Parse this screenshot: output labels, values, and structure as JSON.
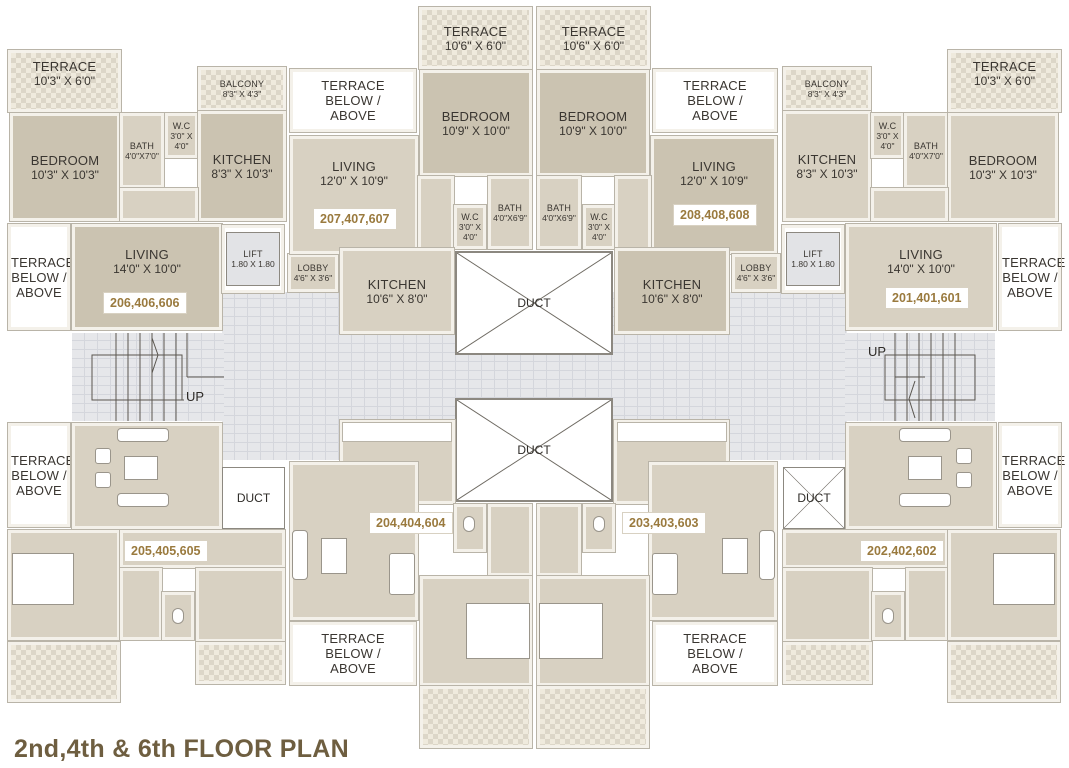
{
  "title": "2nd,4th & 6th FLOOR PLAN",
  "colors": {
    "room_fill": "#d8d1c2",
    "room_fill_dark": "#cbc3b1",
    "title_color": "#6e5e40",
    "unit_label_color": "#9a7a3e",
    "lobby_floor": "#e6e7ea"
  },
  "rooms": {
    "tl_terrace": {
      "name": "TERRACE",
      "dim": "10'3\" X 6'0\""
    },
    "tl_balcony": {
      "name": "BALCONY",
      "dim": "8'3\" X 4'3\""
    },
    "tl_bedroom": {
      "name": "BEDROOM",
      "dim": "10'3\" X 10'3\""
    },
    "tl_bath": {
      "name": "BATH",
      "dim": "4'0\"X7'0\""
    },
    "tl_wc": {
      "name": "W.C",
      "dim": "3'0\" X 4'0\""
    },
    "tl_kitchen": {
      "name": "KITCHEN",
      "dim": "8'3\" X 10'3\""
    },
    "tl_living": {
      "name": "LIVING",
      "dim": "14'0\" X 10'0\""
    },
    "tl_terrace_below": {
      "name": "TERRACE BELOW / ABOVE"
    },
    "tl_lift": {
      "name": "LIFT",
      "dim": "1.80 X 1.80"
    },
    "tl_lobby": {
      "name": "LOBBY",
      "dim": "4'6\" X 3'6\""
    },
    "tc_terrace_below": {
      "name": "TERRACE BELOW / ABOVE"
    },
    "tc_terrace": {
      "name": "TERRACE",
      "dim": "10'6\" X 6'0\""
    },
    "tc_bedroom": {
      "name": "BEDROOM",
      "dim": "10'9\" X 10'0\""
    },
    "tc_living": {
      "name": "LIVING",
      "dim": "12'0\" X 10'9\""
    },
    "tc_wc": {
      "name": "W.C",
      "dim": "3'0\" X 4'0\""
    },
    "tc_bath": {
      "name": "BATH",
      "dim": "4'0\"X6'9\""
    },
    "tc_kitchen": {
      "name": "KITCHEN",
      "dim": "10'6\" X 8'0\""
    },
    "tr_terrace": {
      "name": "TERRACE",
      "dim": "10'6\" X 6'0\""
    },
    "tr_bedroom": {
      "name": "BEDROOM",
      "dim": "10'9\" X 10'0\""
    },
    "tr_terrace_below": {
      "name": "TERRACE BELOW / ABOVE"
    },
    "tr_living": {
      "name": "LIVING",
      "dim": "12'0\" X 10'9\""
    },
    "tr_bath": {
      "name": "BATH",
      "dim": "4'0\"X6'9\""
    },
    "tr_wc": {
      "name": "W.C",
      "dim": "3'0\" X 4'0\""
    },
    "tr_kitchen": {
      "name": "KITCHEN",
      "dim": "10'6\" X 8'0\""
    },
    "r_terrace": {
      "name": "TERRACE",
      "dim": "10'3\" X 6'0\""
    },
    "r_balcony": {
      "name": "BALCONY",
      "dim": "8'3\" X 4'3\""
    },
    "r_kitchen": {
      "name": "KITCHEN",
      "dim": "8'3\" X 10'3\""
    },
    "r_wc": {
      "name": "W.C",
      "dim": "3'0\" X 4'0\""
    },
    "r_bath": {
      "name": "BATH",
      "dim": "4'0\"X7'0\""
    },
    "r_bedroom": {
      "name": "BEDROOM",
      "dim": "10'3\" X 10'3\""
    },
    "r_lobby": {
      "name": "LOBBY",
      "dim": "4'6\" X 3'6\""
    },
    "r_lift": {
      "name": "LIFT",
      "dim": "1.80 X 1.80"
    },
    "r_living": {
      "name": "LIVING",
      "dim": "14'0\" X 10'0\""
    },
    "r_terrace_below": {
      "name": "TERRACE BELOW / ABOVE"
    },
    "bl_terrace_below": {
      "name": "TERRACE BELOW / ABOVE"
    },
    "bl_duct": {
      "name": "DUCT"
    },
    "bc_terrace_below": {
      "name": "TERRACE BELOW / ABOVE"
    },
    "bc2_terrace_below": {
      "name": "TERRACE BELOW / ABOVE"
    },
    "br_duct": {
      "name": "DUCT"
    },
    "br_terrace_below": {
      "name": "TERRACE BELOW / ABOVE"
    }
  },
  "ducts": {
    "top": "DUCT",
    "bottom": "DUCT"
  },
  "stairs": {
    "left_up": "UP",
    "right_up": "UP"
  },
  "units": {
    "u206": "206,406,606",
    "u207": "207,407,607",
    "u208": "208,408,608",
    "u201": "201,401,601",
    "u205": "205,405,605",
    "u204": "204,404,604",
    "u203": "203,403,603",
    "u202": "202,402,602"
  }
}
